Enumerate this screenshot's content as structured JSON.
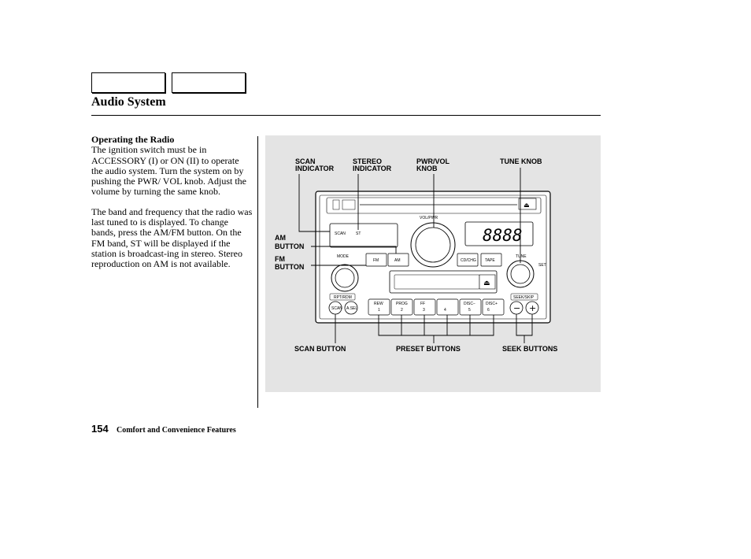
{
  "header": {
    "title": "Audio System"
  },
  "content": {
    "heading": "Operating the Radio",
    "paragraphs": [
      "The ignition switch must be in ACCESSORY (I) or ON (II) to operate the audio system. Turn the system on by pushing the PWR/ VOL knob. Adjust the volume by turning the same knob.",
      "The band and frequency that the radio was last tuned to is displayed. To change bands, press the AM/FM button. On the FM band, ST will be displayed if the station is broadcast-ing in stereo. Stereo reproduction on AM is not available."
    ]
  },
  "figure": {
    "callouts": {
      "scan_indicator": [
        "SCAN",
        "INDICATOR"
      ],
      "stereo_indicator": [
        "STEREO",
        "INDICATOR"
      ],
      "pwr_vol_knob": [
        "PWR/VOL",
        "KNOB"
      ],
      "tune_knob": "TUNE KNOB",
      "am_button": [
        "AM",
        "BUTTON"
      ],
      "fm_button": [
        "FM",
        "BUTTON"
      ],
      "scan_button": "SCAN BUTTON",
      "preset_buttons": "PRESET BUTTONS",
      "seek_buttons": "SEEK BUTTONS"
    },
    "panel": {
      "display_scan": "SCAN",
      "display_st": "ST",
      "frequency": "8888",
      "vol_pwr": "VOL/PWR",
      "mode": "MODE",
      "fm": "FM",
      "am": "AM",
      "cd_chg": "CD/CHG",
      "tape": "TAPE",
      "tune": "TUNE",
      "set": "SET",
      "rpt_rdm": "RPT/RDM",
      "scan": "SCAN",
      "a_sel": "A.SEL",
      "presets": [
        {
          "top": "REW",
          "num": "1"
        },
        {
          "top": "PROG",
          "num": "2"
        },
        {
          "top": "FF",
          "num": "3"
        },
        {
          "top": "",
          "num": "4"
        },
        {
          "top": "DISC−",
          "num": "5"
        },
        {
          "top": "DISC+",
          "num": "6"
        }
      ],
      "seek_skip": "SEEK/SKIP",
      "minus": "−",
      "plus": "+"
    }
  },
  "footer": {
    "page_number": "154",
    "section": "Comfort and Convenience Features"
  }
}
